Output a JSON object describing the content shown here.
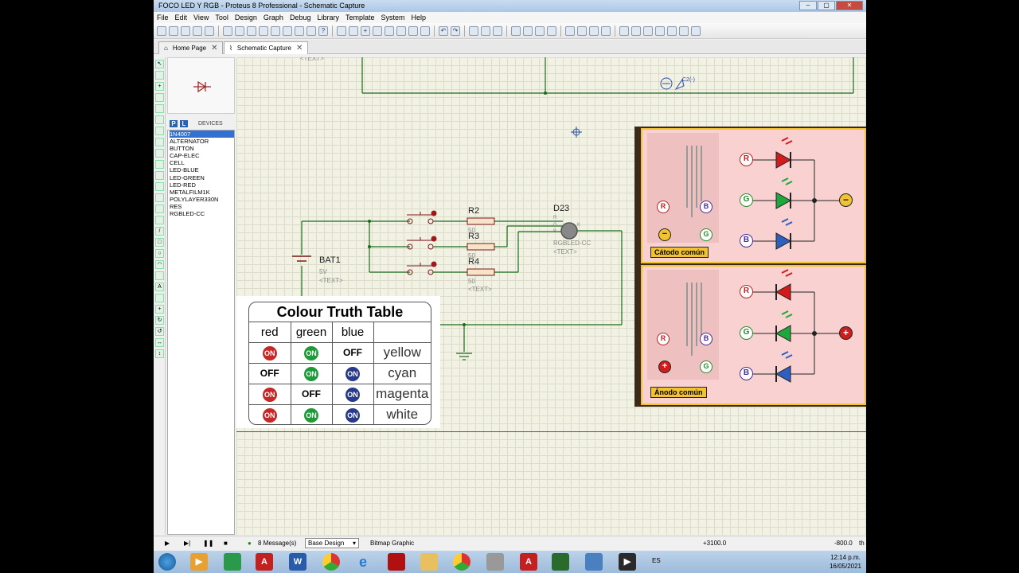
{
  "window": {
    "title": "FOCO LED Y RGB - Proteus 8 Professional - Schematic Capture"
  },
  "menu": [
    "File",
    "Edit",
    "View",
    "Tool",
    "Design",
    "Graph",
    "Debug",
    "Library",
    "Template",
    "System",
    "Help"
  ],
  "tabs": [
    {
      "label": "Home Page"
    },
    {
      "label": "Schematic Capture"
    }
  ],
  "devices": {
    "header_p": "P",
    "header_l": "L",
    "header_label": "DEVICES",
    "items": [
      "1N4007",
      "ALTERNATOR",
      "BUTTON",
      "CAP-ELEC",
      "CELL",
      "LED-BLUE",
      "LED-GREEN",
      "LED-RED",
      "METALFILM1K",
      "POLYLAYER330N",
      "RES",
      "RGBLED-CC"
    ],
    "selected": "1N4007"
  },
  "schematic": {
    "c2_label": "C2(-)",
    "text_placeholder": "<TEXT>",
    "r2": {
      "name": "R2",
      "value": "50"
    },
    "r3": {
      "name": "R3",
      "value": "50"
    },
    "r4": {
      "name": "R4",
      "value": "50"
    },
    "d23": {
      "name": "D23",
      "type": "RGBLED-CC"
    },
    "bat1": {
      "name": "BAT1",
      "value": "5V"
    },
    "pin_r": "R",
    "pin_g": "G",
    "pin_b": "B",
    "pin_k": "K"
  },
  "truth_table": {
    "title": "Colour Truth Table",
    "headers": [
      "red",
      "green",
      "blue",
      ""
    ],
    "rows": [
      [
        "ON",
        "ON",
        "OFF",
        "yellow"
      ],
      [
        "OFF",
        "ON",
        "ON",
        "cyan"
      ],
      [
        "ON",
        "OFF",
        "ON",
        "magenta"
      ],
      [
        "ON",
        "ON",
        "ON",
        "white"
      ]
    ]
  },
  "led_diagram": {
    "cathode_label": "Cátodo común",
    "anode_label": "Ánodo común",
    "r": "R",
    "g": "G",
    "b": "B",
    "minus": "−",
    "plus": "+"
  },
  "statusbar": {
    "messages": "8 Message(s)",
    "design": "Base Design",
    "mode": "Bitmap Graphic",
    "x": "+3100.0",
    "y": "-800.0",
    "unit": "th"
  },
  "taskbar": {
    "lang": "ES",
    "time": "12:14 p.m.",
    "date": "16/05/2021"
  },
  "colors": {
    "wire": "#1b6b1b",
    "red": "#d21b1b",
    "green": "#1ea83c",
    "blue": "#2d5fbf",
    "panel_bg": "#f9d1d1",
    "panel_border": "#f1c232"
  }
}
